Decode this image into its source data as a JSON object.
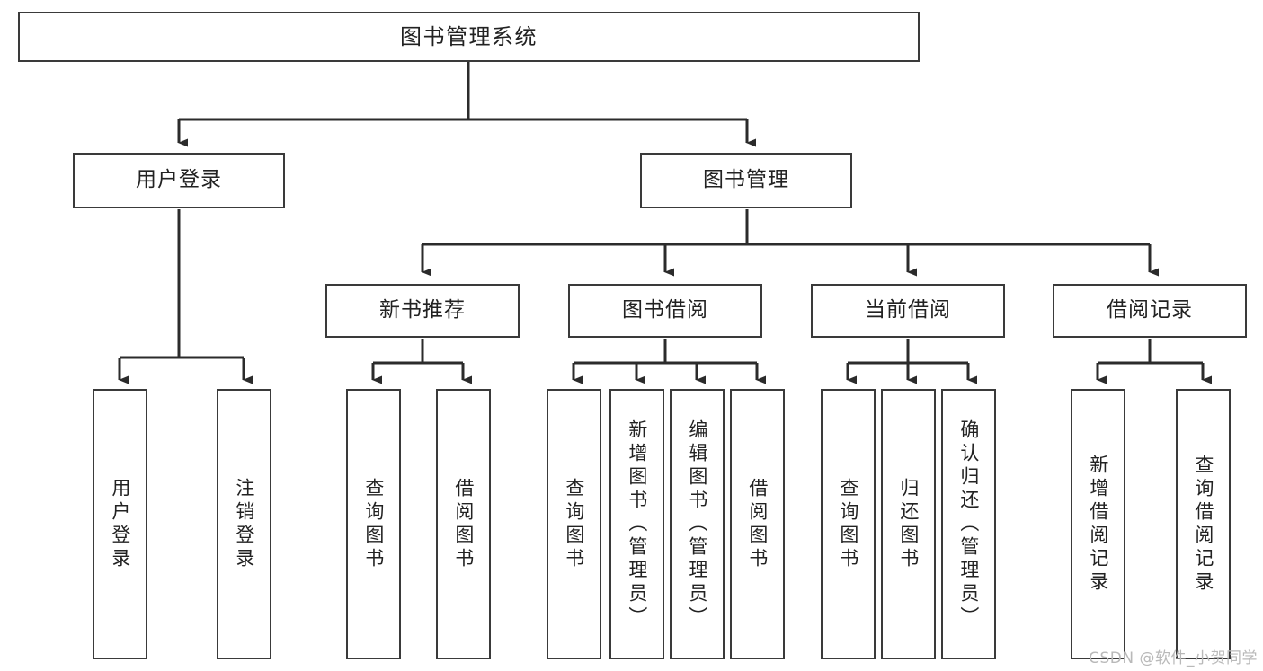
{
  "diagram": {
    "type": "tree",
    "title": "图书管理系统",
    "watermark": "CSDN @软件_小贺同学",
    "colors": {
      "box_border": "#3a3a3a",
      "box_fill": "#ffffff",
      "connector": "#2b2b2b",
      "text": "#222222",
      "watermark": "#b9b9b9",
      "background": "#ffffff"
    },
    "nodes": {
      "root": {
        "label": "图书管理系统"
      },
      "level2": [
        {
          "label": "用户登录"
        },
        {
          "label": "图书管理"
        }
      ],
      "level3": [
        {
          "label": "新书推荐"
        },
        {
          "label": "图书借阅"
        },
        {
          "label": "当前借阅"
        },
        {
          "label": "借阅记录"
        }
      ],
      "leaves": {
        "user_login": [
          {
            "label": "用户登录"
          },
          {
            "label": "注销登录"
          }
        ],
        "new_book": [
          {
            "label": "查询图书"
          },
          {
            "label": "借阅图书"
          }
        ],
        "borrow_book": [
          {
            "label": "查询图书"
          },
          {
            "label": "新增图书（管理员）"
          },
          {
            "label": "编辑图书（管理员）"
          },
          {
            "label": "借阅图书"
          }
        ],
        "current_borrow": [
          {
            "label": "查询图书"
          },
          {
            "label": "归还图书"
          },
          {
            "label": "确认归还（管理员）"
          }
        ],
        "borrow_record": [
          {
            "label": "新增借阅记录"
          },
          {
            "label": "查询借阅记录"
          }
        ]
      }
    }
  }
}
